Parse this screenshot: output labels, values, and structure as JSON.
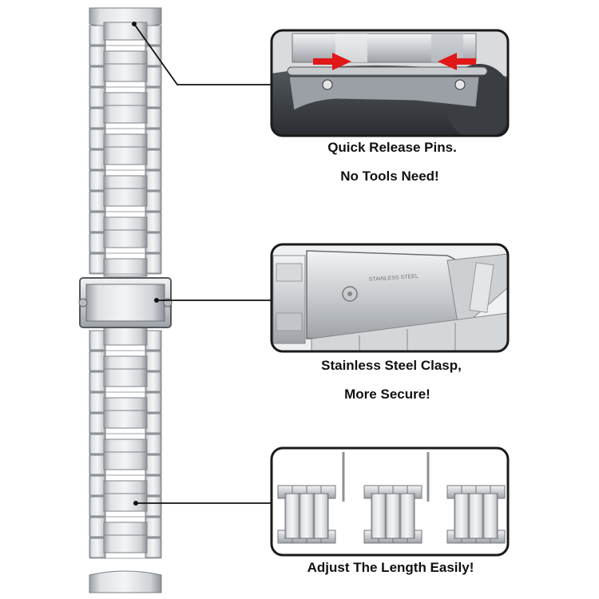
{
  "colors": {
    "background": "#ffffff",
    "steel_light": "#e8eaec",
    "steel_mid": "#c5c8cc",
    "steel_dark": "#8d9196",
    "frame": "#1a1a1a",
    "arrow_red": "#e01818"
  },
  "features": [
    {
      "id": "quick-release",
      "caption_line1": "Quick Release Pins.",
      "caption_line2": "No Tools Need!"
    },
    {
      "id": "clasp",
      "caption_line1": "Stainless Steel Clasp,",
      "caption_line2": "More Secure!",
      "clasp_engraving": "STAINLESS STEEL"
    },
    {
      "id": "adjust",
      "caption_line1": "Adjust The Length Easily!",
      "caption_line2": ""
    }
  ]
}
